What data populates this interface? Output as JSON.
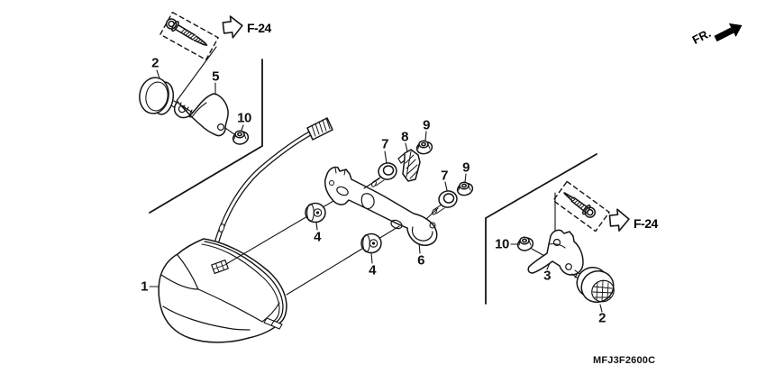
{
  "diagram": {
    "code": "MFJ3F2600C",
    "front_indicator": "FR.",
    "frame_ref_left": "F-24",
    "frame_ref_right": "F-24",
    "callouts": {
      "taillight_unit": "1",
      "rubber_damper_left": "2",
      "rubber_damper_right": "2",
      "bracket_right": "3",
      "grommet_upper": "4",
      "grommet_lower": "4",
      "bracket_left": "5",
      "stay": "6",
      "bolt_upper": "7",
      "bolt_lower": "7",
      "clip": "8",
      "nut_upper": "9",
      "nut_lower": "9",
      "flange_nut_left": "10",
      "flange_nut_right": "10"
    }
  }
}
